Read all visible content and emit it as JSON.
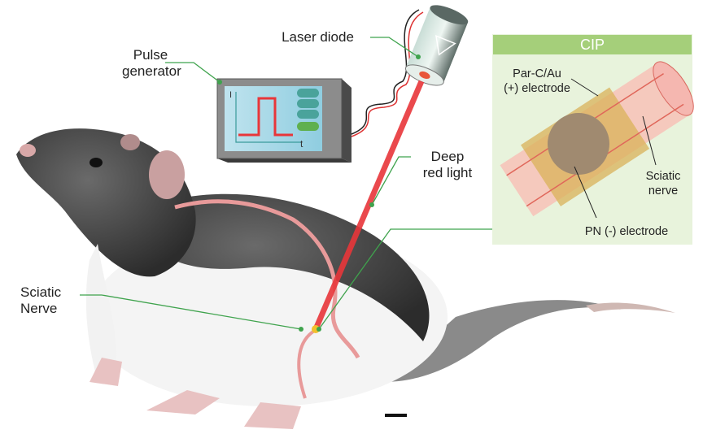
{
  "labels": {
    "pulse_generator": [
      "Pulse",
      "generator"
    ],
    "laser_diode": "Laser diode",
    "deep_red_light": [
      "Deep",
      "red light"
    ],
    "sciatic_nerve": [
      "Sciatic",
      "Nerve"
    ]
  },
  "generator_axes": {
    "y": "I",
    "x": "t"
  },
  "cip_panel": {
    "title": "CIP",
    "electrode_plus": [
      "Par-C/Au",
      "(+) electrode"
    ],
    "nerve": [
      "Sciatic",
      "nerve"
    ],
    "electrode_minus": "PN (-) electrode"
  },
  "colors": {
    "leader": "#3fa34d",
    "beam": "#e8363a",
    "panel_bg": "#e8f3dc",
    "panel_header": "#a5cf7a"
  }
}
